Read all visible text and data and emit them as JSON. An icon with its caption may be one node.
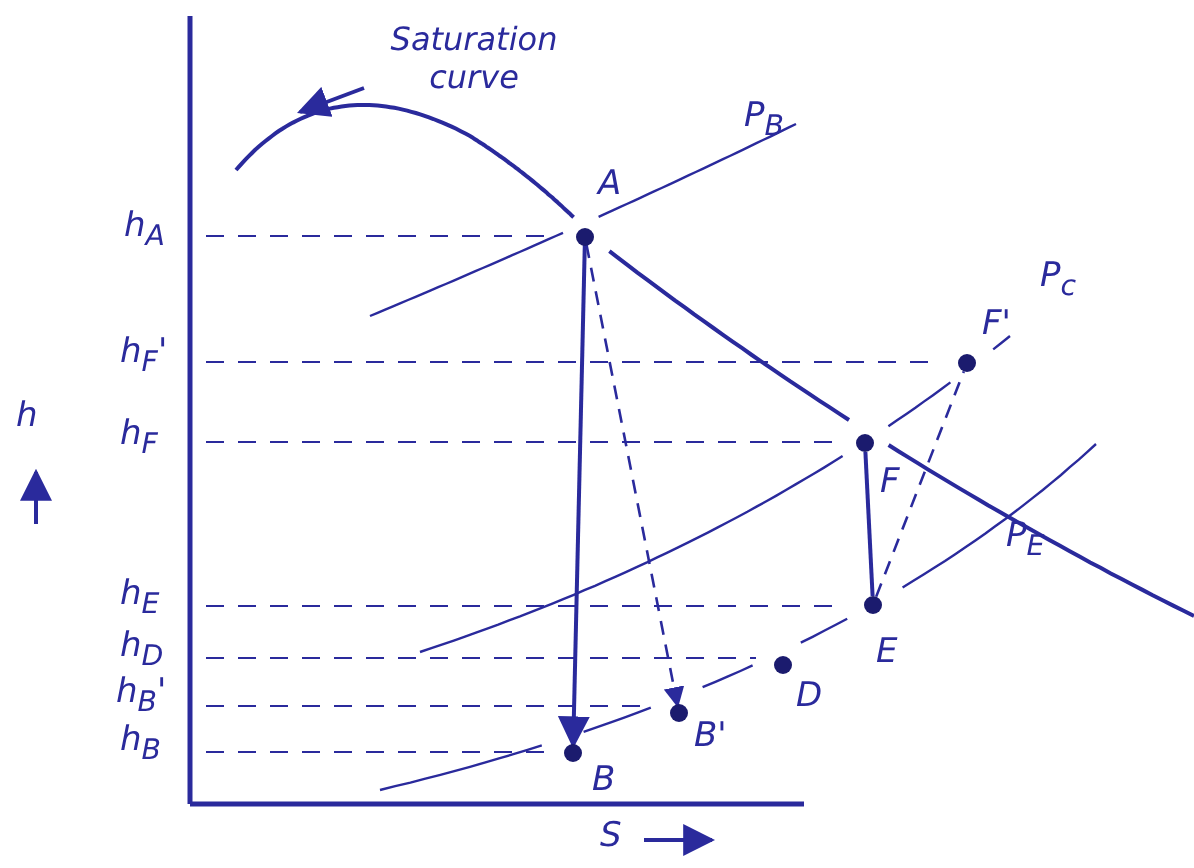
{
  "diagram": {
    "nodes": [
      {
        "text": [
          "Saturation curve"
        ]
      },
      {
        "text": [
          "A"
        ]
      },
      {
        "text": [
          "F'"
        ]
      },
      {
        "text": [
          "F"
        ]
      },
      {
        "text": [
          "E"
        ]
      },
      {
        "text": [
          "D"
        ]
      },
      {
        "text": [
          "B'"
        ]
      },
      {
        "text": [
          "B"
        ]
      }
    ],
    "edges": [
      {
        "from": 0,
        "to": null,
        "arrow": "to"
      },
      {
        "from": 1,
        "to": 7,
        "arrow": "to"
      },
      {
        "from": 1,
        "to": 6,
        "arrow": "to",
        "style": "dashed"
      },
      {
        "from": 3,
        "to": 4,
        "arrow": "none"
      },
      {
        "from": 4,
        "to": 2,
        "arrow": "none",
        "style": "dashed"
      }
    ],
    "labels": [
      "P$_{B}$",
      "h$_{A}$",
      "P$_{c}$",
      "h$_{F}$'",
      "h",
      "h$_{F}$",
      "P$_{E}$",
      "h$_{E}$",
      "h$_{D}$",
      "h$_{B}$'",
      "h$_{B}$",
      "S"
    ]
  }
}
